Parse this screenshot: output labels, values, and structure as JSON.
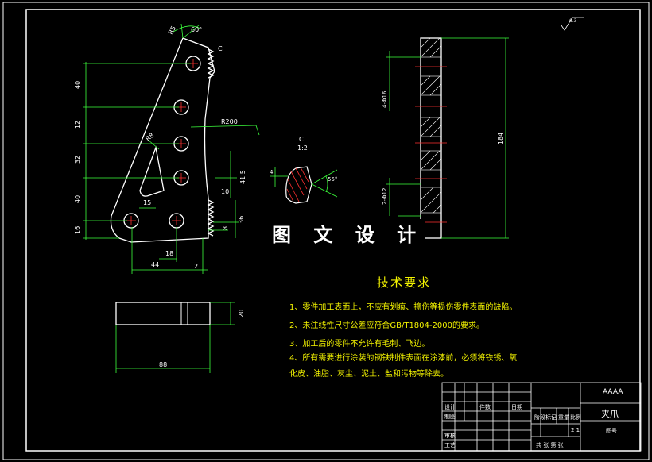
{
  "drawing": {
    "overlay_title": "图 文 设 计",
    "roughness": "6.3",
    "tech_requirements": {
      "title": "技术要求",
      "items": [
        "1、零件加工表面上，不应有划痕、擦伤等损伤零件表面的缺陷。",
        "2、未注线性尺寸公差应符合GB/T1804-2000的要求。",
        "3、加工后的零件不允许有毛刺、飞边。",
        "4、所有需要进行涂装的钢铁制件表面在涂漆前，必须将铁锈、氧",
        "化皮、油脂、灰尘、泥土、盐和污物等除去。"
      ]
    },
    "detail": {
      "label": "C",
      "scale": "1:2",
      "angle": "55°",
      "size": "4"
    },
    "title_block": {
      "code": "AAAA",
      "part_name": "夹爪",
      "drawing_no_label": "图号",
      "sheet": "2 1",
      "scale_label": "比例",
      "weight_label": "重量",
      "count_label": "件数",
      "date_label": "日期",
      "drafter_label": "制图",
      "checker_label": "审核",
      "design_label": "设计",
      "stage_label": "阶段标记",
      "process_label": "工艺",
      "sheet_label": "共 张 第 张"
    },
    "dimensions": {
      "front_view": {
        "vertical_left": [
          "40",
          "12",
          "32",
          "40",
          "16"
        ],
        "angle_top": "60°",
        "corner_r": "R5",
        "callout_c": "C",
        "r200": "R200",
        "r8": "R8",
        "d15": "15",
        "h18": "18",
        "w44": "44",
        "t2": "2",
        "v415": "41.5",
        "v10": "10",
        "v36": "36",
        "v8": "8"
      },
      "bottom_view": {
        "width": "88",
        "height": "20"
      },
      "side_view": {
        "holes1": "4-Φ16",
        "holes2": "2-Φ12",
        "length": "184"
      }
    }
  }
}
